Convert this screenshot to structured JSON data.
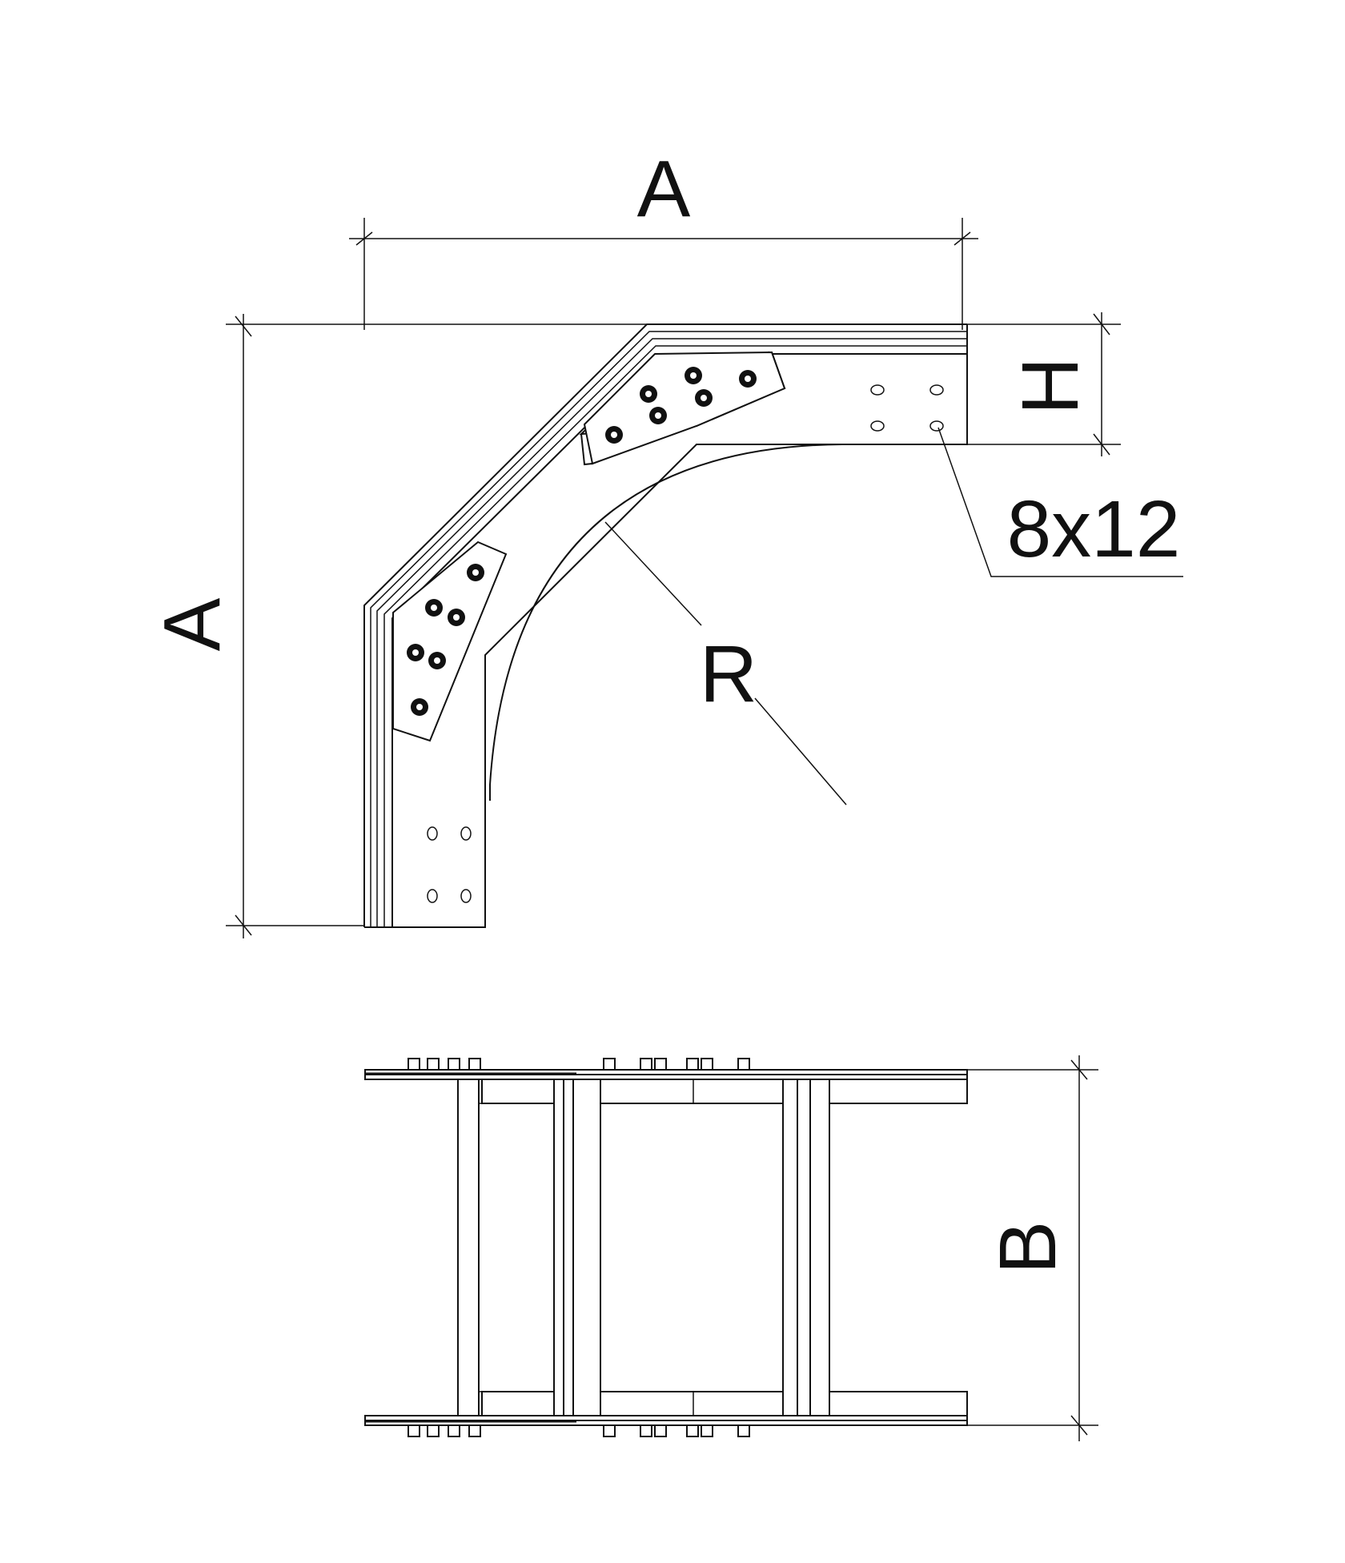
{
  "labels": {
    "a_top": "A",
    "a_left": "A",
    "h": "H",
    "slot": "8x12",
    "r": "R",
    "b": "B"
  }
}
